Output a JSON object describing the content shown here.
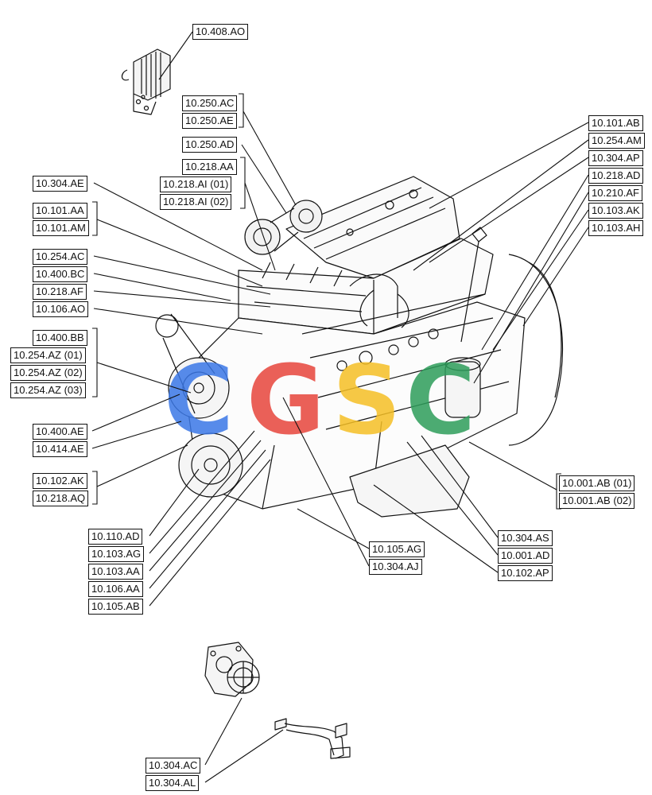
{
  "watermark": {
    "letters": [
      "C",
      "G",
      "S",
      "C"
    ],
    "colors": [
      "#3b78e7",
      "#e8453c",
      "#f6c026",
      "#2e9e5b"
    ]
  },
  "callouts": {
    "c10_408_AO": "10.408.AO",
    "c10_250_AC": "10.250.AC",
    "c10_250_AE": "10.250.AE",
    "c10_250_AD": "10.250.AD",
    "c10_218_AA": "10.218.AA",
    "c10_218_AI_01": "10.218.AI (01)",
    "c10_218_AI_02": "10.218.AI (02)",
    "c10_304_AE": "10.304.AE",
    "c10_101_AA": "10.101.AA",
    "c10_101_AM": "10.101.AM",
    "c10_254_AC": "10.254.AC",
    "c10_400_BC": "10.400.BC",
    "c10_218_AF": "10.218.AF",
    "c10_106_AO": "10.106.AO",
    "c10_400_BB": "10.400.BB",
    "c10_254_AZ_01": "10.254.AZ (01)",
    "c10_254_AZ_02": "10.254.AZ (02)",
    "c10_254_AZ_03": "10.254.AZ (03)",
    "c10_400_AE": "10.400.AE",
    "c10_414_AE": "10.414.AE",
    "c10_102_AK": "10.102.AK",
    "c10_218_AQ": "10.218.AQ",
    "c10_110_AD": "10.110.AD",
    "c10_103_AG": "10.103.AG",
    "c10_103_AA": "10.103.AA",
    "c10_106_AA": "10.106.AA",
    "c10_105_AB": "10.105.AB",
    "c10_105_AG": "10.105.AG",
    "c10_304_AJ": "10.304.AJ",
    "c10_101_AB": "10.101.AB",
    "c10_254_AM": "10.254.AM",
    "c10_304_AP": "10.304.AP",
    "c10_218_AD": "10.218.AD",
    "c10_210_AF": "10.210.AF",
    "c10_103_AK": "10.103.AK",
    "c10_103_AH": "10.103.AH",
    "c10_001_AB_01": "10.001.AB (01)",
    "c10_001_AB_02": "10.001.AB (02)",
    "c10_304_AS": "10.304.AS",
    "c10_001_AD": "10.001.AD",
    "c10_102_AP": "10.102.AP",
    "c10_304_AC": "10.304.AC",
    "c10_304_AL": "10.304.AL"
  }
}
